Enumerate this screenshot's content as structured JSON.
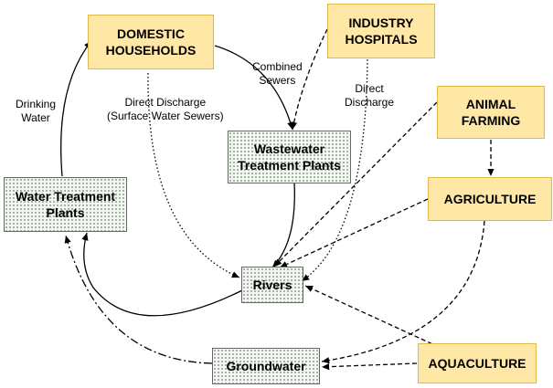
{
  "nodes": {
    "domestic": [
      "DOMESTIC",
      "HOUSEHOLDS"
    ],
    "industry": [
      "INDUSTRY",
      "HOSPITALS"
    ],
    "animal_farming": [
      "ANIMAL",
      "FARMING"
    ],
    "agriculture": [
      "AGRICULTURE"
    ],
    "aquaculture": [
      "AQUACULTURE"
    ],
    "wwtp": [
      "Wastewater",
      "Treatment Plants"
    ],
    "water_treatment": [
      "Water Treatment",
      "Plants"
    ],
    "rivers": [
      "Rivers"
    ],
    "groundwater": [
      "Groundwater"
    ]
  },
  "edge_labels": {
    "drinking_water": [
      "Drinking",
      "Water"
    ],
    "direct_discharge_surface": [
      "Direct Discharge",
      "(Surface Water Sewers)"
    ],
    "combined_sewers": [
      "Combined",
      "Sewers"
    ],
    "direct_discharge": [
      "Direct",
      "Discharge"
    ]
  },
  "colors": {
    "source_fill": "#ffe8a6",
    "source_border": "#e0b94c",
    "sink_fill": "#f1f8ef",
    "line": "#000000"
  }
}
